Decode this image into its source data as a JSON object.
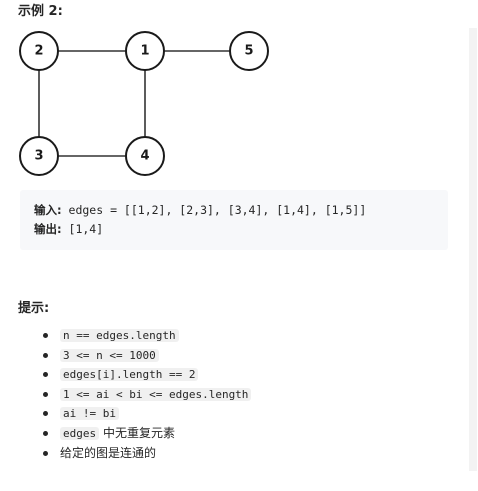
{
  "example": {
    "title": "示例 2:",
    "graph": {
      "nodes": [
        {
          "id": "2",
          "label": "2"
        },
        {
          "id": "1",
          "label": "1"
        },
        {
          "id": "5",
          "label": "5"
        },
        {
          "id": "3",
          "label": "3"
        },
        {
          "id": "4",
          "label": "4"
        }
      ],
      "edges": [
        [
          "1",
          "2"
        ],
        [
          "2",
          "3"
        ],
        [
          "3",
          "4"
        ],
        [
          "1",
          "4"
        ],
        [
          "1",
          "5"
        ]
      ]
    },
    "input_label": "输入:",
    "input_value": " edges = [[1,2], [2,3], [3,4], [1,4], [1,5]]",
    "output_label": "输出:",
    "output_value": " [1,4]"
  },
  "hints": {
    "title": "提示:",
    "items": [
      {
        "code": "n == edges.length",
        "text": ""
      },
      {
        "code": "3 <= n <= 1000",
        "text": ""
      },
      {
        "code": "edges[i].length == 2",
        "text": ""
      },
      {
        "code": "1 <= ai  < bi  <= edges.length",
        "text": ""
      },
      {
        "code": "ai != bi",
        "text": ""
      },
      {
        "code": "edges",
        "text": " 中无重复元素"
      },
      {
        "code": "",
        "text": "给定的图是连通的"
      }
    ]
  }
}
